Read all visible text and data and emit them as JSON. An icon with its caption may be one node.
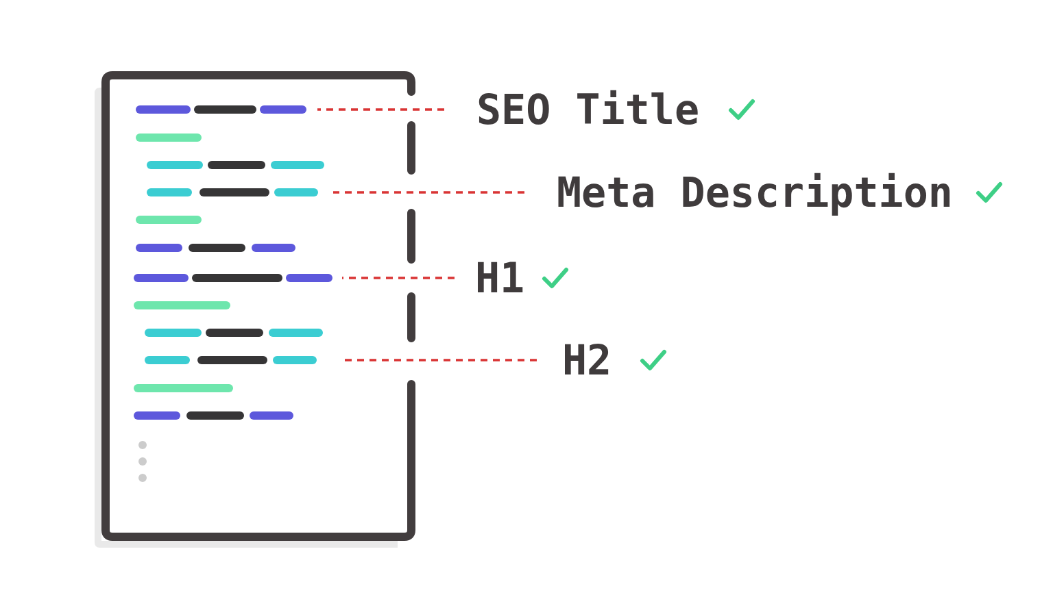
{
  "diagram": {
    "nodes": [
      {
        "text": [],
        "shape": "box"
      },
      {
        "text": [],
        "shape": "bar",
        "in": 0
      },
      {
        "text": [],
        "shape": "bar",
        "in": 0
      },
      {
        "text": [],
        "shape": "bar",
        "in": 0
      },
      {
        "text": [],
        "shape": "bar",
        "in": 0
      },
      {
        "text": [
          "SEO Title"
        ]
      },
      {
        "text": [
          "Meta Description"
        ]
      },
      {
        "text": [
          "H1"
        ]
      },
      {
        "text": [
          "H2"
        ]
      }
    ],
    "edges": [
      {
        "from": 5,
        "to": 1,
        "arrow": "none",
        "style": "dashed"
      },
      {
        "from": 6,
        "to": 2,
        "arrow": "none",
        "style": "dashed"
      },
      {
        "from": 7,
        "to": 3,
        "arrow": "none",
        "style": "dashed"
      },
      {
        "from": 8,
        "to": 4,
        "arrow": "none",
        "style": "dashed"
      }
    ]
  }
}
